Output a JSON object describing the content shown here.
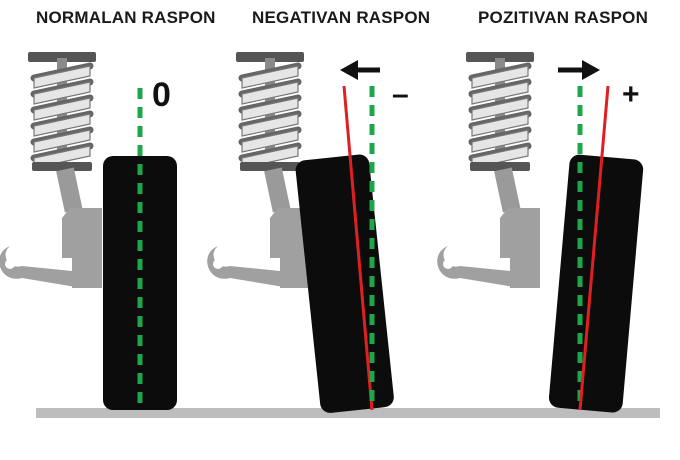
{
  "panels": [
    {
      "title": "NORMALAN RASPON",
      "sign": "0"
    },
    {
      "title": "NEGATIVAN RASPON",
      "sign": "–"
    },
    {
      "title": "POZITIVAN RASPON",
      "sign": "+"
    }
  ],
  "colors": {
    "ground": "#bdbdbd",
    "tire": "#0c0c0c",
    "suspension": "#9a9a9a",
    "spring": "#666666",
    "vertical_reference": "#1fa64a",
    "camber_line": "#e02020",
    "arrow": "#111111"
  }
}
